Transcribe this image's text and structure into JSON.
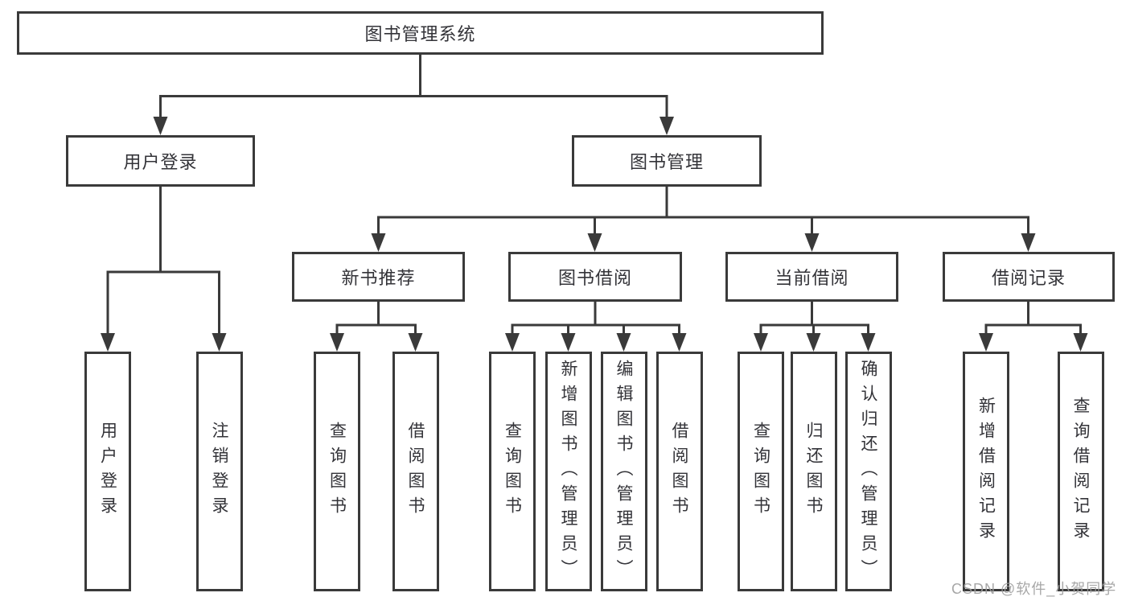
{
  "colors": {
    "line": "#3a3a3a",
    "node_border": "#3a3a3a",
    "node_text": "#333338",
    "background": "#ffffff",
    "watermark": "#9e9e9e"
  },
  "tree": {
    "label": "图书管理系统",
    "children": [
      {
        "label": "用户登录",
        "children": [
          {
            "label": "用户登录"
          },
          {
            "label": "注销登录"
          }
        ]
      },
      {
        "label": "图书管理",
        "children": [
          {
            "label": "新书推荐",
            "children": [
              {
                "label": "查询图书"
              },
              {
                "label": "借阅图书"
              }
            ]
          },
          {
            "label": "图书借阅",
            "children": [
              {
                "label": "查询图书"
              },
              {
                "label": "新增图书（管理员）"
              },
              {
                "label": "编辑图书（管理员）"
              },
              {
                "label": "借阅图书"
              }
            ]
          },
          {
            "label": "当前借阅",
            "children": [
              {
                "label": "查询图书"
              },
              {
                "label": "归还图书"
              },
              {
                "label": "确认归还（管理员）"
              }
            ]
          },
          {
            "label": "借阅记录",
            "children": [
              {
                "label": "新增借阅记录"
              },
              {
                "label": "查询借阅记录"
              }
            ]
          }
        ]
      }
    ]
  },
  "watermark": {
    "text": "CSDN @软件_小贺同学"
  }
}
